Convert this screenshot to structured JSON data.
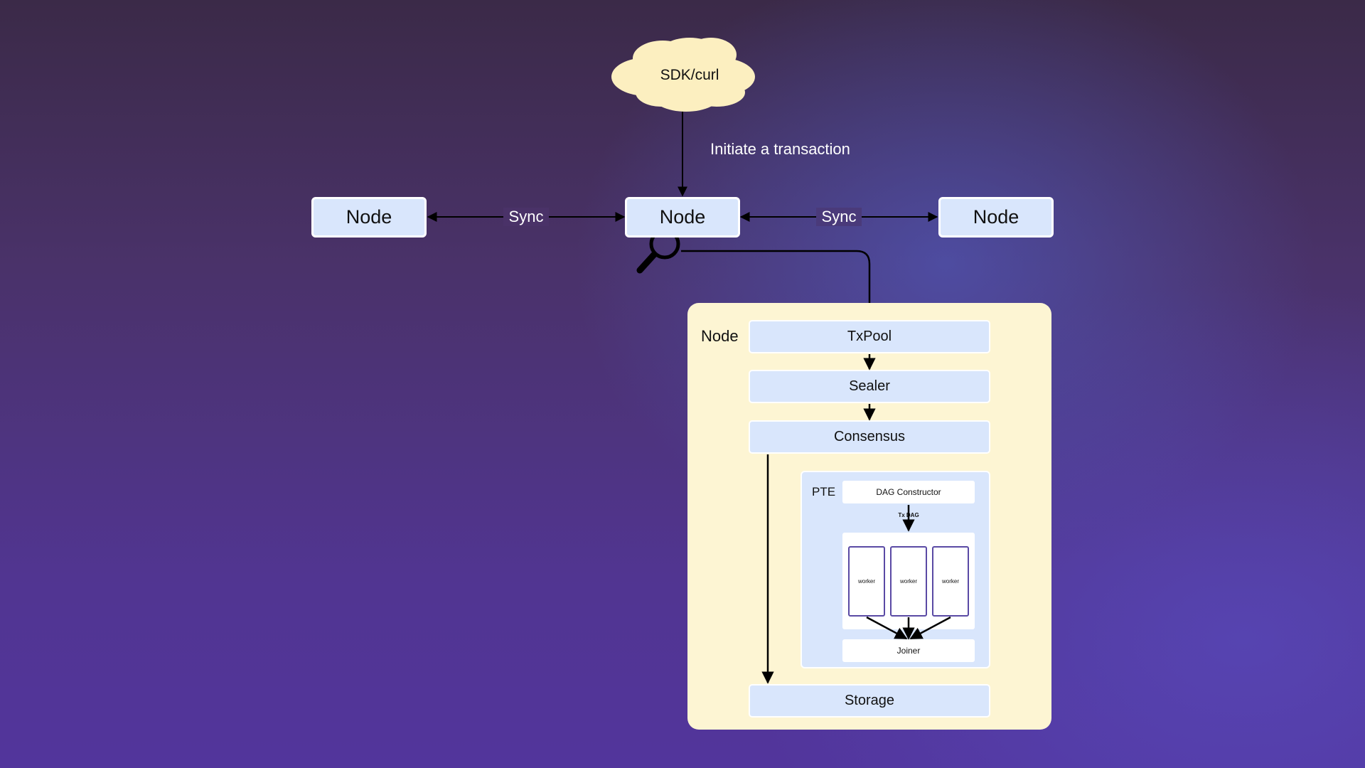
{
  "cloud": {
    "label": "SDK/curl"
  },
  "initiate_label": "Initiate a transaction",
  "nodes": {
    "left": "Node",
    "center": "Node",
    "right": "Node"
  },
  "sync": {
    "left": "Sync",
    "right": "Sync"
  },
  "detail": {
    "title": "Node",
    "stages": {
      "txpool": "TxPool",
      "sealer": "Sealer",
      "consensus": "Consensus",
      "storage": "Storage"
    },
    "pte": {
      "title": "PTE",
      "dag_constructor": "DAG Constructor",
      "tx_dag_label": "Tx DAG",
      "workers": [
        "worker",
        "worker",
        "worker"
      ],
      "joiner": "Joiner"
    }
  },
  "icons": {
    "zoom": "magnifier-icon",
    "cloud": "cloud-icon"
  },
  "colors": {
    "node_fill": "#d9e6fc",
    "panel_fill": "#fdf5d3",
    "cloud_fill": "#fcefc0",
    "worker_border": "#5a4aa4"
  }
}
